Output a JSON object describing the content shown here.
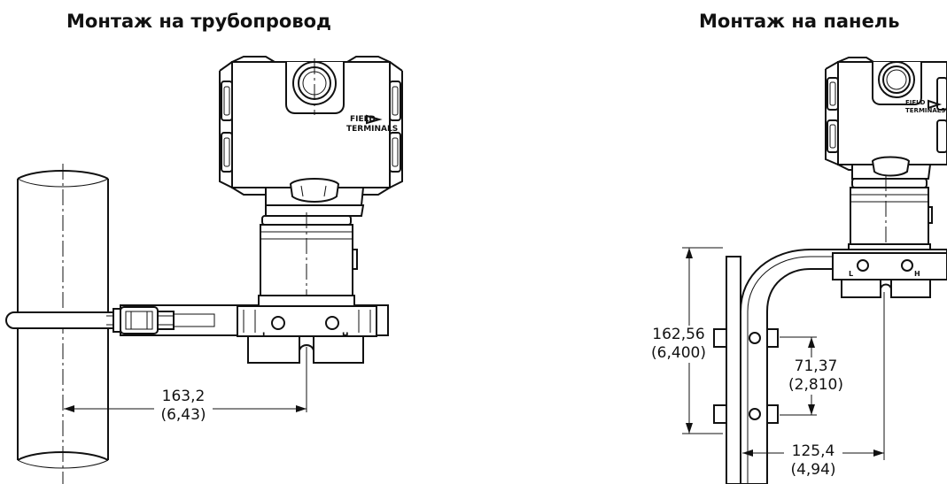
{
  "titles": {
    "pipe_mount": "Монтаж на трубопровод",
    "panel_mount": "Монтаж на панель"
  },
  "housing_label": {
    "line1": "FIELD",
    "line2": "TERMINALS"
  },
  "port_labels": {
    "low": "L",
    "high": "H"
  },
  "dimensions": {
    "pipe_offset": {
      "mm": "163,2",
      "in": "(6,43)"
    },
    "panel_height": {
      "mm": "162,56",
      "in": "(6,400)"
    },
    "bolt_spacing": {
      "mm": "71,37",
      "in": "(2,810)"
    },
    "panel_offset": {
      "mm": "125,4",
      "in": "(4,94)"
    }
  }
}
